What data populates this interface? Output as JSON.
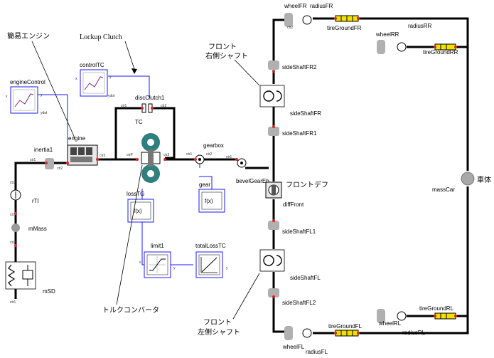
{
  "notes": {
    "simple_engine": "簡易エンジン",
    "lockup_clutch": "Lockup Clutch",
    "torque_converter": "トルクコンバータ",
    "front_right_shaft_1": "フロント",
    "front_right_shaft_2": "右側シャフト",
    "front_left_shaft_1": "フロント",
    "front_left_shaft_2": "左側シャフト",
    "front_diff": "フロントデフ",
    "body": "車体"
  },
  "components": {
    "engineControl": "engineControl",
    "controlTC": "controlTC",
    "discClutch1": "discClutch1",
    "engine": "engine",
    "inertia1": "inertia1",
    "TC": "TC",
    "gearbox": "gearbox",
    "gear": "gear",
    "lossTG": "lossTG",
    "limit1": "limit1",
    "totalLossTC": "totalLossTC",
    "rTI": "rTI",
    "mMass": "mMass",
    "mSD": "mSD",
    "bevelGearEbis": "bevelGearEb",
    "diffFront": "diffFront",
    "sideShaftFR2": "sideShaftFR2",
    "sideShaftFR": "sideShaftFR",
    "sideShaftFR1": "sideShaftFR1",
    "sideShaftFL1": "sideShaftFL1",
    "sideShaftFL": "sideShaftFL",
    "sideShaftFL2": "sideShaftFL2",
    "wheelFR": "wheelFR",
    "radiusFR": "radiusFR",
    "tireGroundFR": "tireGroundFR",
    "wheelRR": "wheelRR",
    "radiusRR": "radiusRR",
    "tireGroundRR": "tireGroundRR",
    "wheelFL": "wheelFL",
    "radiusFL": "radiusFL",
    "tireGroundFL": "tireGroundFL",
    "wheelRL": "wheelRL",
    "radiusRL": "radiusRL",
    "tireGroundRL": "tireGroundRL",
    "massCar": "massCar"
  },
  "block_glyphs": {
    "fx": "f(x)"
  },
  "ports": {
    "ctr1": "ctr1",
    "ctr2": "ctr2",
    "ctrP": "ctrP",
    "ctr1_lower": "ctr1",
    "y": "y",
    "x": "x",
    "ydot": "ydot"
  }
}
